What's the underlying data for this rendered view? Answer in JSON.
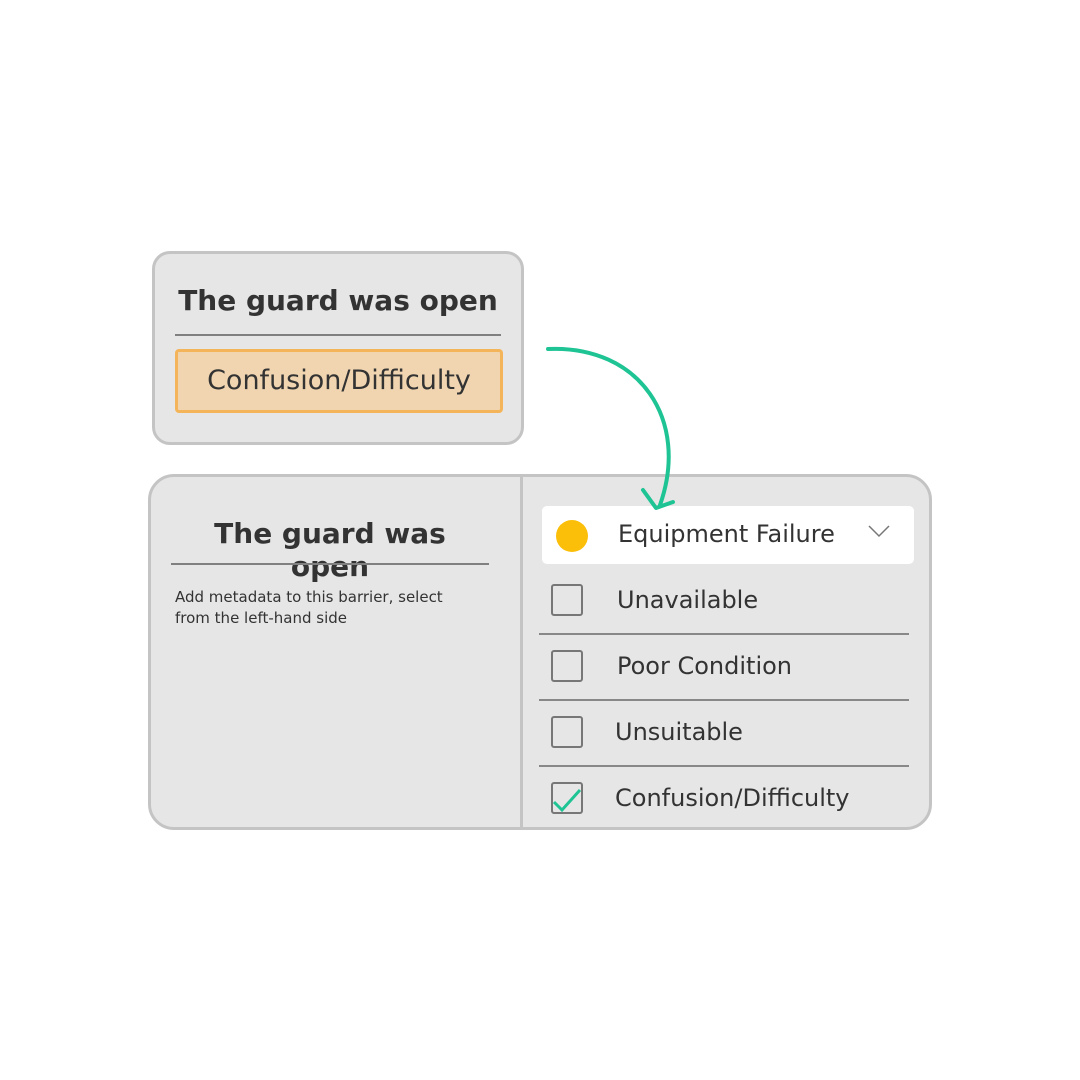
{
  "top_card": {
    "title": "The guard was open",
    "tag": "Confusion/Difficulty"
  },
  "bottom_card": {
    "title": "The guard was open",
    "description": "Add metadata to this barrier, select from the left-hand side",
    "dropdown": {
      "label": "Equipment Failure",
      "dot_color": "#fbbf0a"
    },
    "options": [
      {
        "label": "Unavailable",
        "checked": false
      },
      {
        "label": "Poor Condition",
        "checked": false
      },
      {
        "label": "Unsuitable",
        "checked": false
      },
      {
        "label": "Confusion/Difficulty",
        "checked": true
      }
    ]
  },
  "colors": {
    "arrow": "#1fc495",
    "tag_border": "#f4b55a",
    "tag_fill": "#f0d5b0"
  }
}
